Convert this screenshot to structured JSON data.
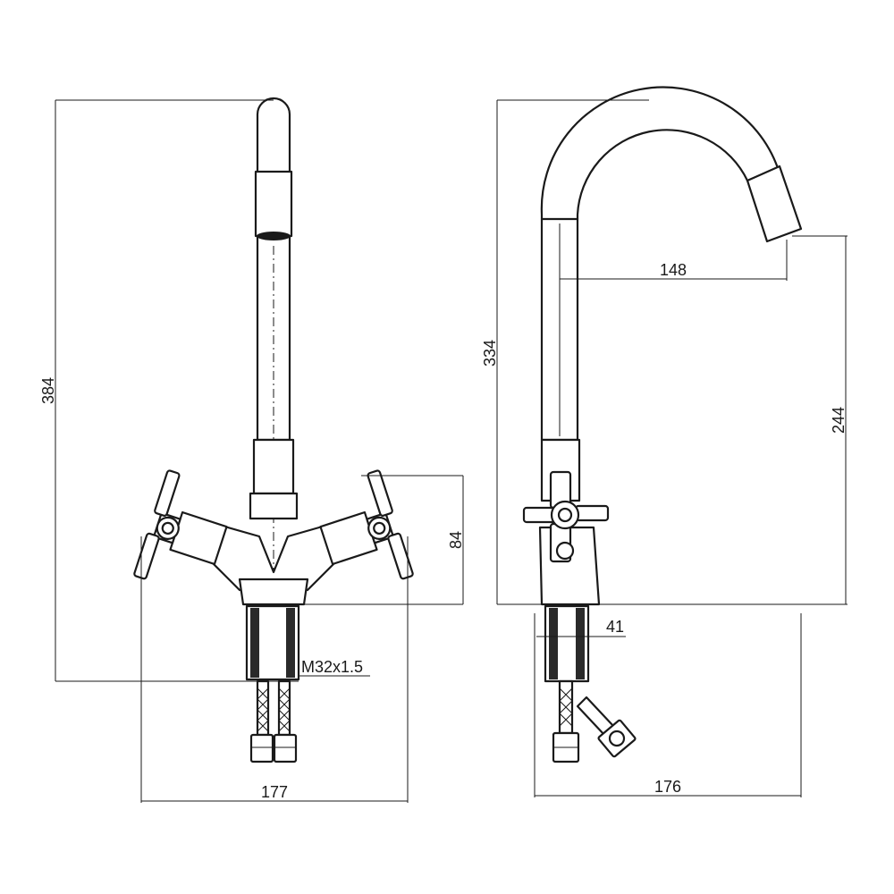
{
  "dimensions": {
    "front_total_height": "384",
    "front_handle_height": "84",
    "thread": "M32x1.5",
    "front_width": "177",
    "side_total_height": "334",
    "spout_reach": "148",
    "spout_outlet_height": "244",
    "base_diameter": "41",
    "side_width": "176"
  }
}
